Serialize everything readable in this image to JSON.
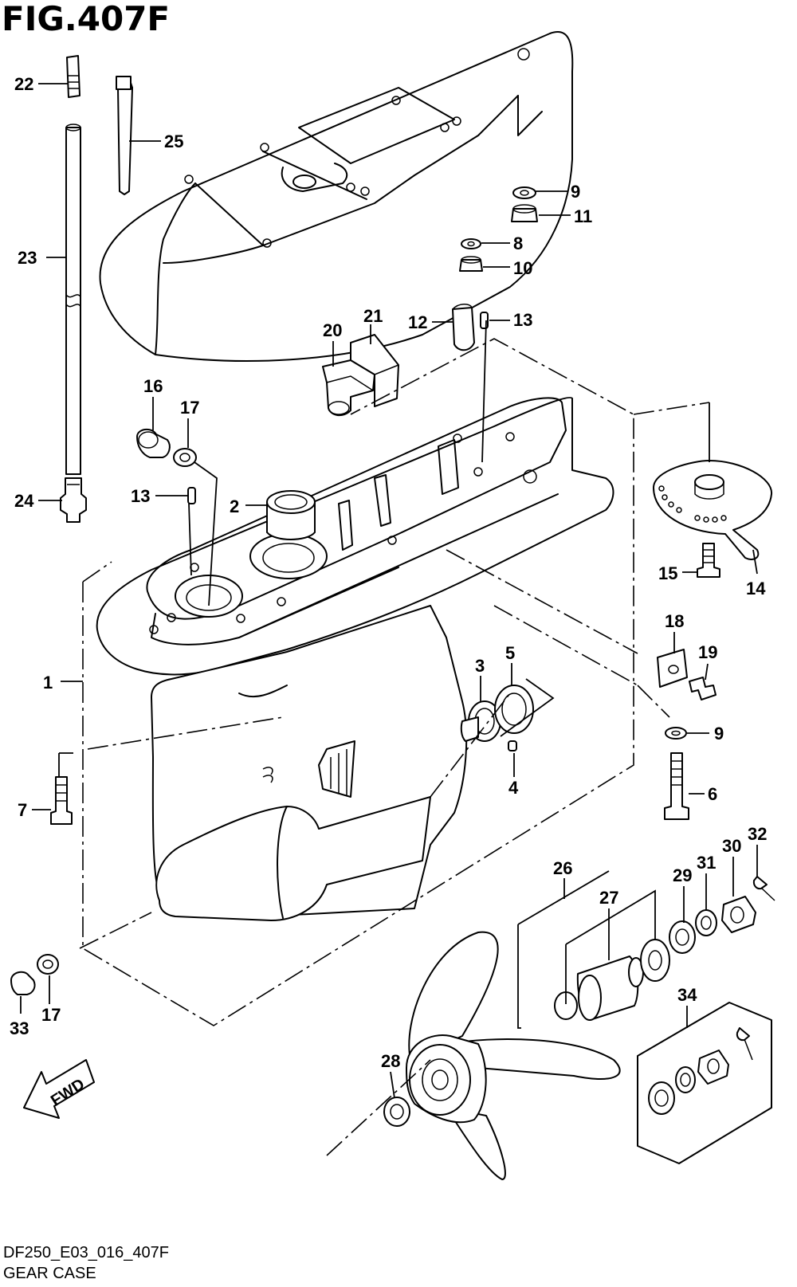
{
  "figure": {
    "title": "FIG.407F",
    "model_code": "DF250_E03_016_407F",
    "caption": "GEAR CASE",
    "fwd_label": "FWD"
  },
  "callouts": [
    "1",
    "2",
    "3",
    "4",
    "5",
    "6",
    "7",
    "8",
    "9",
    "9",
    "10",
    "11",
    "12",
    "13",
    "13",
    "14",
    "15",
    "16",
    "17",
    "17",
    "18",
    "19",
    "20",
    "21",
    "22",
    "23",
    "24",
    "25",
    "26",
    "27",
    "28",
    "29",
    "30",
    "31",
    "32",
    "33",
    "34"
  ],
  "icons": [
    "fwd-arrow-icon"
  ]
}
